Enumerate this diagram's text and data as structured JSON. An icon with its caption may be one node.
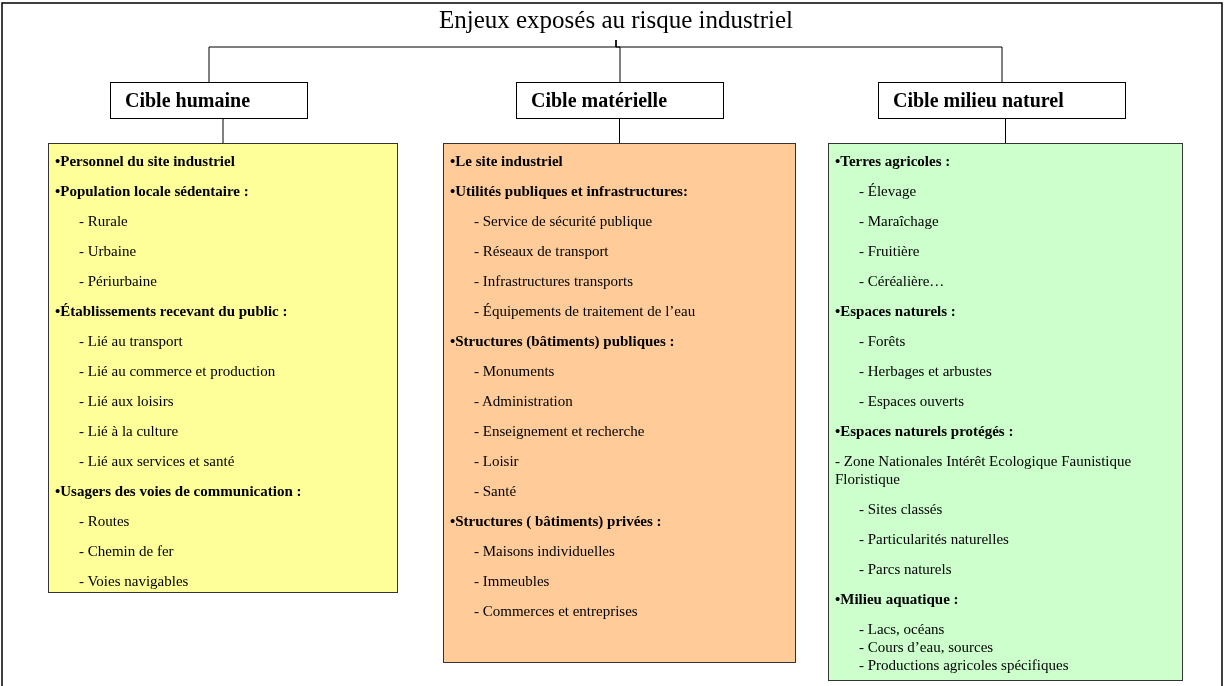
{
  "diagram": {
    "nodes": [
      {
        "text": [
          "Enjeux exposés au risque industriel"
        ]
      },
      {
        "text": [
          "Cible humaine"
        ]
      },
      {
        "text": [
          "Cible matérielle"
        ]
      },
      {
        "text": [
          "Cible milieu naturel"
        ]
      },
      {
        "text": [
          "•Personnel du site industriel",
          "•Population locale sédentaire :",
          "- Rurale",
          "- Urbaine",
          "- Périurbaine",
          "•Établissements recevant du public :",
          "- Lié au transport",
          "- Lié au commerce et production",
          "- Lié aux loisirs",
          "- Lié à la culture",
          "- Lié aux services et santé",
          "•Usagers des voies de communication :",
          "- Routes",
          "- Chemin de fer",
          "- Voies navigables"
        ]
      },
      {
        "text": [
          "•Le site industriel",
          "•Utilités publiques et infrastructures:",
          "- Service de sécurité publique",
          "- Réseaux de transport",
          "- Infrastructures transports",
          "- Équipements de traitement de l’eau",
          "•Structures (bâtiments) publiques :",
          "- Monuments",
          "- Administration",
          "- Enseignement et recherche",
          "- Loisir",
          "- Santé",
          "•Structures ( bâtiments) privées :",
          "- Maisons individuelles",
          "- Immeubles",
          "- Commerces et entreprises"
        ]
      },
      {
        "text": [
          "•Terres agricoles :",
          "- Élevage",
          "- Maraîchage",
          "- Fruitière",
          "- Céréalière…",
          "•Espaces naturels :",
          "- Forêts",
          "- Herbages et arbustes",
          "- Espaces ouverts",
          "•Espaces naturels protégés :",
          "- Zone Nationales Intérêt Ecologique Faunistique Floristique",
          "- Sites classés",
          "- Particularités naturelles",
          "- Parcs naturels",
          "•Milieu aquatique :",
          "- Lacs, océans",
          "- Cours d’eau, sources",
          "- Productions agricoles spécifiques"
        ]
      }
    ],
    "edges": [
      {
        "from": 0,
        "to": 1,
        "arrow": "none"
      },
      {
        "from": 0,
        "to": 2,
        "arrow": "none"
      },
      {
        "from": 0,
        "to": 3,
        "arrow": "none"
      },
      {
        "from": 1,
        "to": 4,
        "arrow": "none"
      },
      {
        "from": 2,
        "to": 5,
        "arrow": "none"
      },
      {
        "from": 3,
        "to": 6,
        "arrow": "none"
      }
    ]
  }
}
